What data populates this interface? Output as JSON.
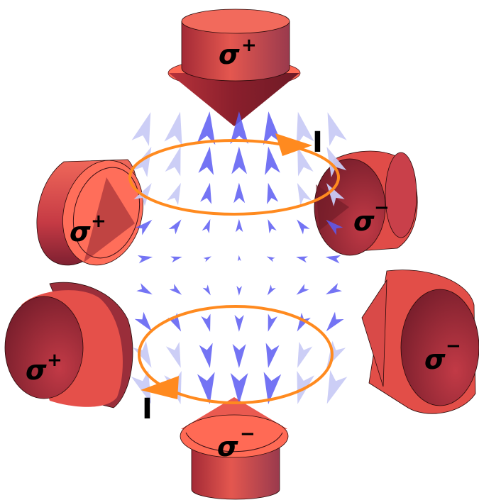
{
  "beams": [
    {
      "id": "top",
      "symbol": "σ",
      "sign": "+"
    },
    {
      "id": "upper-left",
      "symbol": "σ",
      "sign": "+"
    },
    {
      "id": "lower-left",
      "symbol": "σ",
      "sign": "+"
    },
    {
      "id": "upper-right",
      "symbol": "σ",
      "sign": "−"
    },
    {
      "id": "lower-right",
      "symbol": "σ",
      "sign": "−"
    },
    {
      "id": "bottom",
      "symbol": "σ",
      "sign": "−"
    }
  ],
  "coils": [
    {
      "id": "upper-coil",
      "current_label": "I"
    },
    {
      "id": "lower-coil",
      "current_label": "I"
    }
  ],
  "colors": {
    "beam": "#d9454a",
    "beam_dark": "#8c2230",
    "beam_light": "#ff6f5a",
    "coil": "#ff8a1f",
    "field_arrow": "#5c5cf2",
    "field_arrow_light": "#c9cbf5"
  }
}
